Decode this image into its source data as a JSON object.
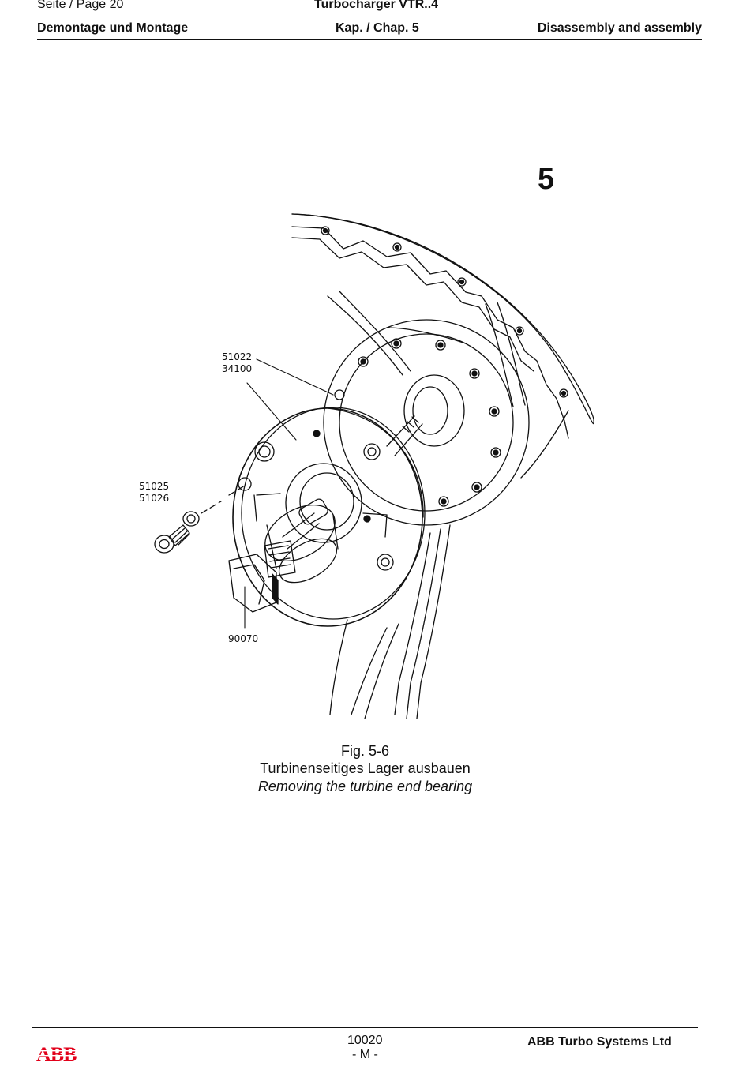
{
  "header": {
    "page": "Seite / Page  20",
    "title": "Turbocharger VTR..4",
    "section_de": "Demontage und Montage",
    "chapter": "Kap. / Chap. 5",
    "section_en": "Disassembly and assembly"
  },
  "chapter_number": "5",
  "figure": {
    "number": "Fig. 5-6",
    "caption_de": "Turbinenseitiges Lager ausbauen",
    "caption_en": "Removing the turbine end bearing",
    "part_labels": {
      "p1a": "51022",
      "p1b": "34100",
      "p2a": "51025",
      "p2b": "51026",
      "p3": "90070"
    }
  },
  "footer": {
    "logo": "ABB",
    "doc_number": "10020",
    "revision": "- M -",
    "company": "ABB Turbo Systems Ltd"
  },
  "colors": {
    "logo_red": "#e2001a",
    "ink": "#111111"
  }
}
